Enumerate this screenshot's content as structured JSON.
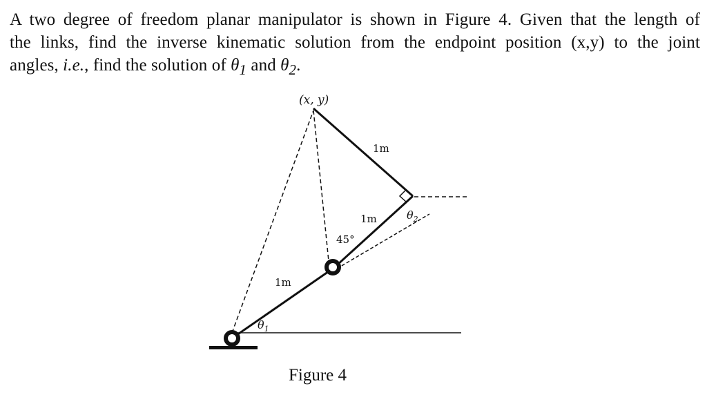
{
  "problem": {
    "line1": "A two degree of freedom planar manipulator is shown in Figure 4. Given that the length of",
    "line2": "the links, find the inverse kinematic solution from the endpoint position (x,y) to the joint",
    "line3_prefix": "angles, ",
    "line3_ie": "i.e.",
    "line3_mid": ", find the solution of ",
    "theta1": "θ",
    "theta1_sub": "1",
    "line3_and": " and ",
    "theta2": "θ",
    "theta2_sub": "2",
    "line3_end": "."
  },
  "figure": {
    "endpoint_label": "(x, y)",
    "link_top_label": "1m",
    "link_upper_label": "1m",
    "link_lower_label": "1m",
    "angle_45_label": "45°",
    "theta1_label": "θ",
    "theta1_sub": "1",
    "theta2_label": "θ",
    "theta2_sub": "2",
    "caption": "Figure 4"
  },
  "colors": {
    "ink": "#111111"
  }
}
